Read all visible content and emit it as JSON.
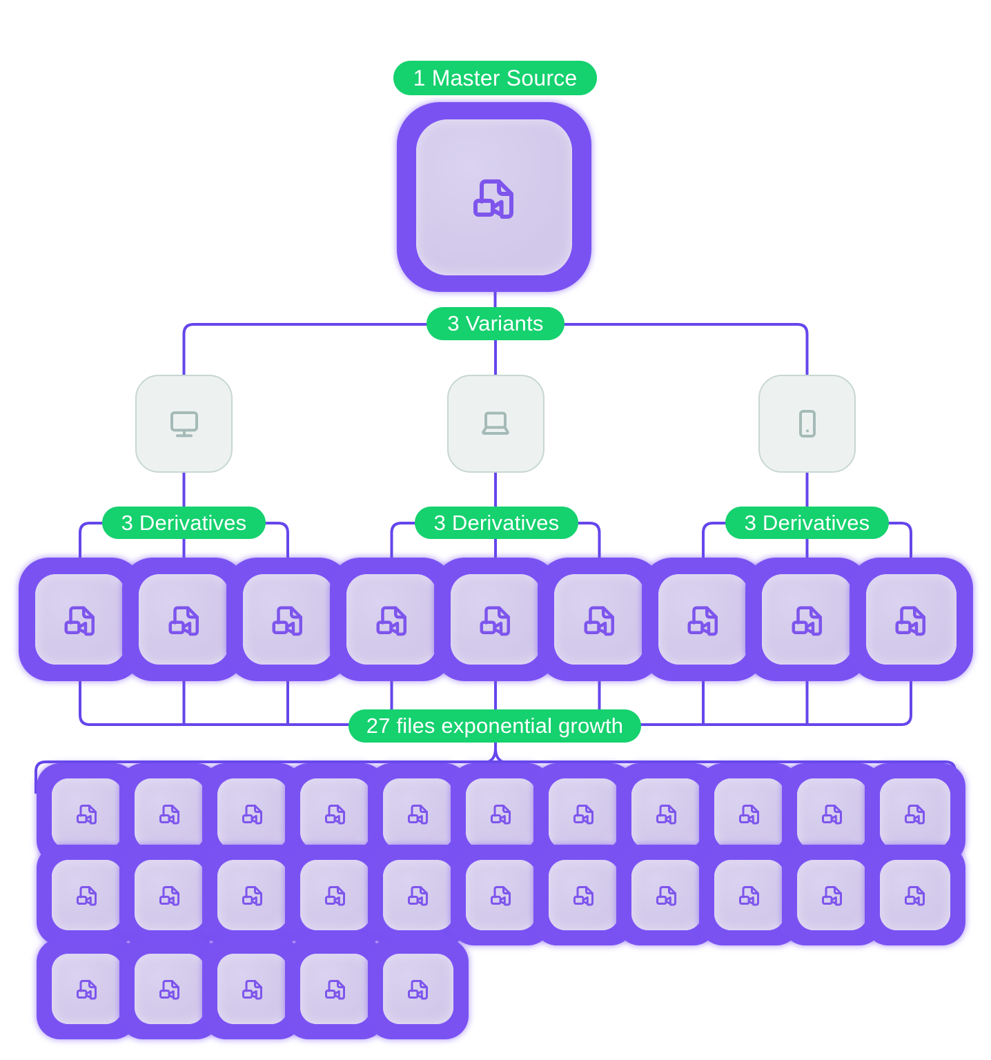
{
  "title": "video file exponential growth diagram",
  "badges": {
    "master": "1 Master Source",
    "variants": "3 Variants",
    "derivatives": "3 Derivatives",
    "growth": "27 files exponential growth"
  },
  "master": {
    "icon": "video-file-icon",
    "count": 1
  },
  "variants": {
    "count": 3,
    "devices": [
      {
        "icon": "desktop-monitor-icon"
      },
      {
        "icon": "laptop-icon"
      },
      {
        "icon": "tablet-icon"
      }
    ]
  },
  "derivatives": {
    "groups": 3,
    "files_per_group": 3,
    "icon": "video-file-icon"
  },
  "growth_grid": {
    "total": 27,
    "rows": [
      11,
      11,
      5
    ],
    "icon": "video-file-icon"
  },
  "colors": {
    "green": "#15d16e",
    "line": "#6546eb",
    "glow": "#7a52f2",
    "inner_fill": "#d2c8ea",
    "file_icon_stroke": "#7d55ec",
    "device_bg": "#edf2f1",
    "device_border": "#c9d6d3",
    "device_icon_stroke": "#a4bab6",
    "pill_text": "#ffffff",
    "background": "#ffffff"
  }
}
